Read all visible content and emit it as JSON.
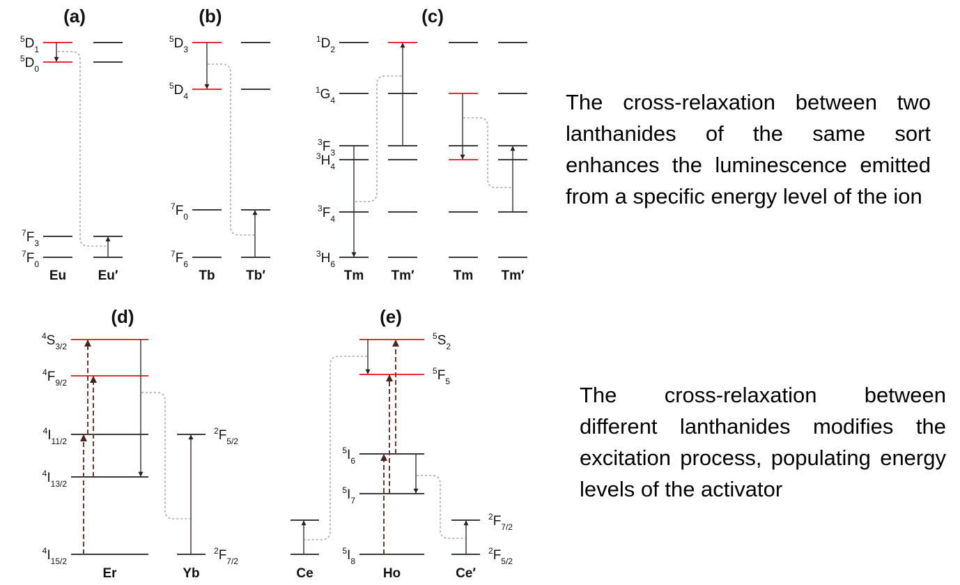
{
  "colors": {
    "level": "#3a3a3a",
    "emitting_level": "#ee2a3a",
    "arrow": "#3b2a2a",
    "dashed_arrow": "#6b3a2a",
    "connector": "#a8a8a8",
    "text": "#111111"
  },
  "captions": [
    "The cross-relaxation between two lanthanides of the same sort enhances the luminescence emitted from a specific energy level of the ion",
    "The cross-relaxation between different lanthanides modifies the excitation process, populating energy levels of the activator"
  ],
  "panels": [
    {
      "id": "a",
      "label": "(a)",
      "ions": [
        {
          "name": "Eu",
          "levels": [
            {
              "term": "D",
              "sup": "5",
              "sub": "1",
              "emitting": true
            },
            {
              "term": "D",
              "sup": "5",
              "sub": "0",
              "emitting": true
            },
            {
              "term": "F",
              "sup": "7",
              "sub": "3"
            },
            {
              "term": "F",
              "sup": "7",
              "sub": "0"
            }
          ]
        },
        {
          "name": "Eu′",
          "levels": [
            {
              "term": "D",
              "sup": "5",
              "sub": "1"
            },
            {
              "term": "D",
              "sup": "5",
              "sub": "0"
            },
            {
              "term": "F",
              "sup": "7",
              "sub": "3"
            },
            {
              "term": "F",
              "sup": "7",
              "sub": "0"
            }
          ]
        }
      ],
      "transitions": [
        {
          "ion": "Eu",
          "from": "5D1",
          "to": "5D0",
          "type": "emission"
        },
        {
          "ion": "Eu′",
          "from": "7F0",
          "to": "7F3",
          "type": "absorption"
        }
      ]
    },
    {
      "id": "b",
      "label": "(b)",
      "ions": [
        {
          "name": "Tb",
          "levels": [
            {
              "term": "D",
              "sup": "5",
              "sub": "3",
              "emitting": true
            },
            {
              "term": "D",
              "sup": "5",
              "sub": "4",
              "emitting": true
            },
            {
              "term": "F",
              "sup": "7",
              "sub": "0"
            },
            {
              "term": "F",
              "sup": "7",
              "sub": "6"
            }
          ]
        },
        {
          "name": "Tb′",
          "levels": [
            {
              "term": "D",
              "sup": "5",
              "sub": "3"
            },
            {
              "term": "D",
              "sup": "5",
              "sub": "4"
            },
            {
              "term": "F",
              "sup": "7",
              "sub": "0"
            },
            {
              "term": "F",
              "sup": "7",
              "sub": "6"
            }
          ]
        }
      ],
      "transitions": [
        {
          "ion": "Tb",
          "from": "5D3",
          "to": "5D4",
          "type": "emission"
        },
        {
          "ion": "Tb′",
          "from": "7F6",
          "to": "7F0",
          "type": "absorption"
        }
      ]
    },
    {
      "id": "c",
      "label": "(c)",
      "ions": [
        {
          "name": "Tm",
          "levels": [
            {
              "term": "D",
              "sup": "1",
              "sub": "2"
            },
            {
              "term": "G",
              "sup": "1",
              "sub": "4"
            },
            {
              "term": "F",
              "sup": "3",
              "sub": "3"
            },
            {
              "term": "H",
              "sup": "3",
              "sub": "4"
            },
            {
              "term": "F",
              "sup": "3",
              "sub": "4"
            },
            {
              "term": "H",
              "sup": "3",
              "sub": "6"
            }
          ]
        },
        {
          "name": "Tm′",
          "levels": [
            {
              "term": "D",
              "sup": "1",
              "sub": "2",
              "emitting": true
            },
            {
              "term": "G",
              "sup": "1",
              "sub": "4"
            },
            {
              "term": "F",
              "sup": "3",
              "sub": "3"
            },
            {
              "term": "H",
              "sup": "3",
              "sub": "4"
            },
            {
              "term": "F",
              "sup": "3",
              "sub": "4"
            },
            {
              "term": "H",
              "sup": "3",
              "sub": "6"
            }
          ]
        },
        {
          "name": "Tm",
          "levels": [
            {
              "term": "D",
              "sup": "1",
              "sub": "2"
            },
            {
              "term": "G",
              "sup": "1",
              "sub": "4",
              "emitting": true
            },
            {
              "term": "F",
              "sup": "3",
              "sub": "3"
            },
            {
              "term": "H",
              "sup": "3",
              "sub": "4",
              "emitting": true
            },
            {
              "term": "F",
              "sup": "3",
              "sub": "4"
            },
            {
              "term": "H",
              "sup": "3",
              "sub": "6"
            }
          ]
        },
        {
          "name": "Tm′",
          "levels": [
            {
              "term": "D",
              "sup": "1",
              "sub": "2"
            },
            {
              "term": "G",
              "sup": "1",
              "sub": "4"
            },
            {
              "term": "F",
              "sup": "3",
              "sub": "3"
            },
            {
              "term": "H",
              "sup": "3",
              "sub": "4"
            },
            {
              "term": "F",
              "sup": "3",
              "sub": "4"
            },
            {
              "term": "H",
              "sup": "3",
              "sub": "6"
            }
          ]
        }
      ],
      "transitions": [
        {
          "ion": "Tm",
          "from": "3F3",
          "to": "3H6",
          "type": "emission"
        },
        {
          "ion": "Tm′",
          "from": "3F3",
          "to": "1D2",
          "type": "absorption"
        },
        {
          "ion": "Tm",
          "from": "1G4",
          "to": "3H4",
          "type": "emission"
        },
        {
          "ion": "Tm′",
          "from": "3F4",
          "to": "3F3",
          "type": "absorption"
        }
      ]
    },
    {
      "id": "d",
      "label": "(d)",
      "ions": [
        {
          "name": "Er",
          "levels": [
            {
              "term": "S",
              "sup": "4",
              "sub": "3/2",
              "emitting": true
            },
            {
              "term": "F",
              "sup": "4",
              "sub": "9/2",
              "emitting": true
            },
            {
              "term": "I",
              "sup": "4",
              "sub": "11/2"
            },
            {
              "term": "I",
              "sup": "4",
              "sub": "13/2"
            },
            {
              "term": "I",
              "sup": "4",
              "sub": "15/2"
            }
          ]
        },
        {
          "name": "Yb",
          "levels": [
            {
              "term": "F",
              "sup": "2",
              "sub": "5/2"
            },
            {
              "term": "F",
              "sup": "2",
              "sub": "7/2"
            }
          ]
        }
      ],
      "transitions": [
        {
          "ion": "Er",
          "from": "4I15/2",
          "to": "4I11/2",
          "type": "pump"
        },
        {
          "ion": "Er",
          "from": "4I11/2",
          "to": "4S3/2",
          "type": "pump"
        },
        {
          "ion": "Er",
          "from": "4I13/2",
          "to": "4F9/2",
          "type": "pump"
        },
        {
          "ion": "Er",
          "from": "4S3/2",
          "to": "4I13/2",
          "type": "emission"
        },
        {
          "ion": "Yb",
          "from": "2F7/2",
          "to": "2F5/2",
          "type": "absorption"
        }
      ]
    },
    {
      "id": "e",
      "label": "(e)",
      "ions": [
        {
          "name": "Ce",
          "levels": [
            {
              "term": "F",
              "sup": "2",
              "sub": "7/2"
            },
            {
              "term": "F",
              "sup": "2",
              "sub": "5/2"
            }
          ]
        },
        {
          "name": "Ho",
          "levels": [
            {
              "term": "S",
              "sup": "5",
              "sub": "2",
              "emitting": true
            },
            {
              "term": "F",
              "sup": "5",
              "sub": "5",
              "emitting": true
            },
            {
              "term": "I",
              "sup": "5",
              "sub": "6"
            },
            {
              "term": "I",
              "sup": "5",
              "sub": "7"
            },
            {
              "term": "I",
              "sup": "5",
              "sub": "8"
            }
          ]
        },
        {
          "name": "Ce′",
          "levels": [
            {
              "term": "F",
              "sup": "2",
              "sub": "7/2"
            },
            {
              "term": "F",
              "sup": "2",
              "sub": "5/2"
            }
          ]
        }
      ],
      "transitions": [
        {
          "ion": "Ho",
          "from": "5S2",
          "to": "5F5",
          "type": "emission"
        },
        {
          "ion": "Ho",
          "from": "5I8",
          "to": "5I6",
          "type": "pump"
        },
        {
          "ion": "Ho",
          "from": "5I6",
          "to": "5S2",
          "type": "pump"
        },
        {
          "ion": "Ho",
          "from": "5I7",
          "to": "5F5",
          "type": "pump"
        },
        {
          "ion": "Ho",
          "from": "5I6",
          "to": "5I7",
          "type": "emission"
        },
        {
          "ion": "Ce",
          "from": "2F5/2",
          "to": "2F7/2",
          "type": "absorption"
        },
        {
          "ion": "Ce′",
          "from": "2F5/2",
          "to": "2F7/2",
          "type": "absorption"
        }
      ]
    }
  ]
}
